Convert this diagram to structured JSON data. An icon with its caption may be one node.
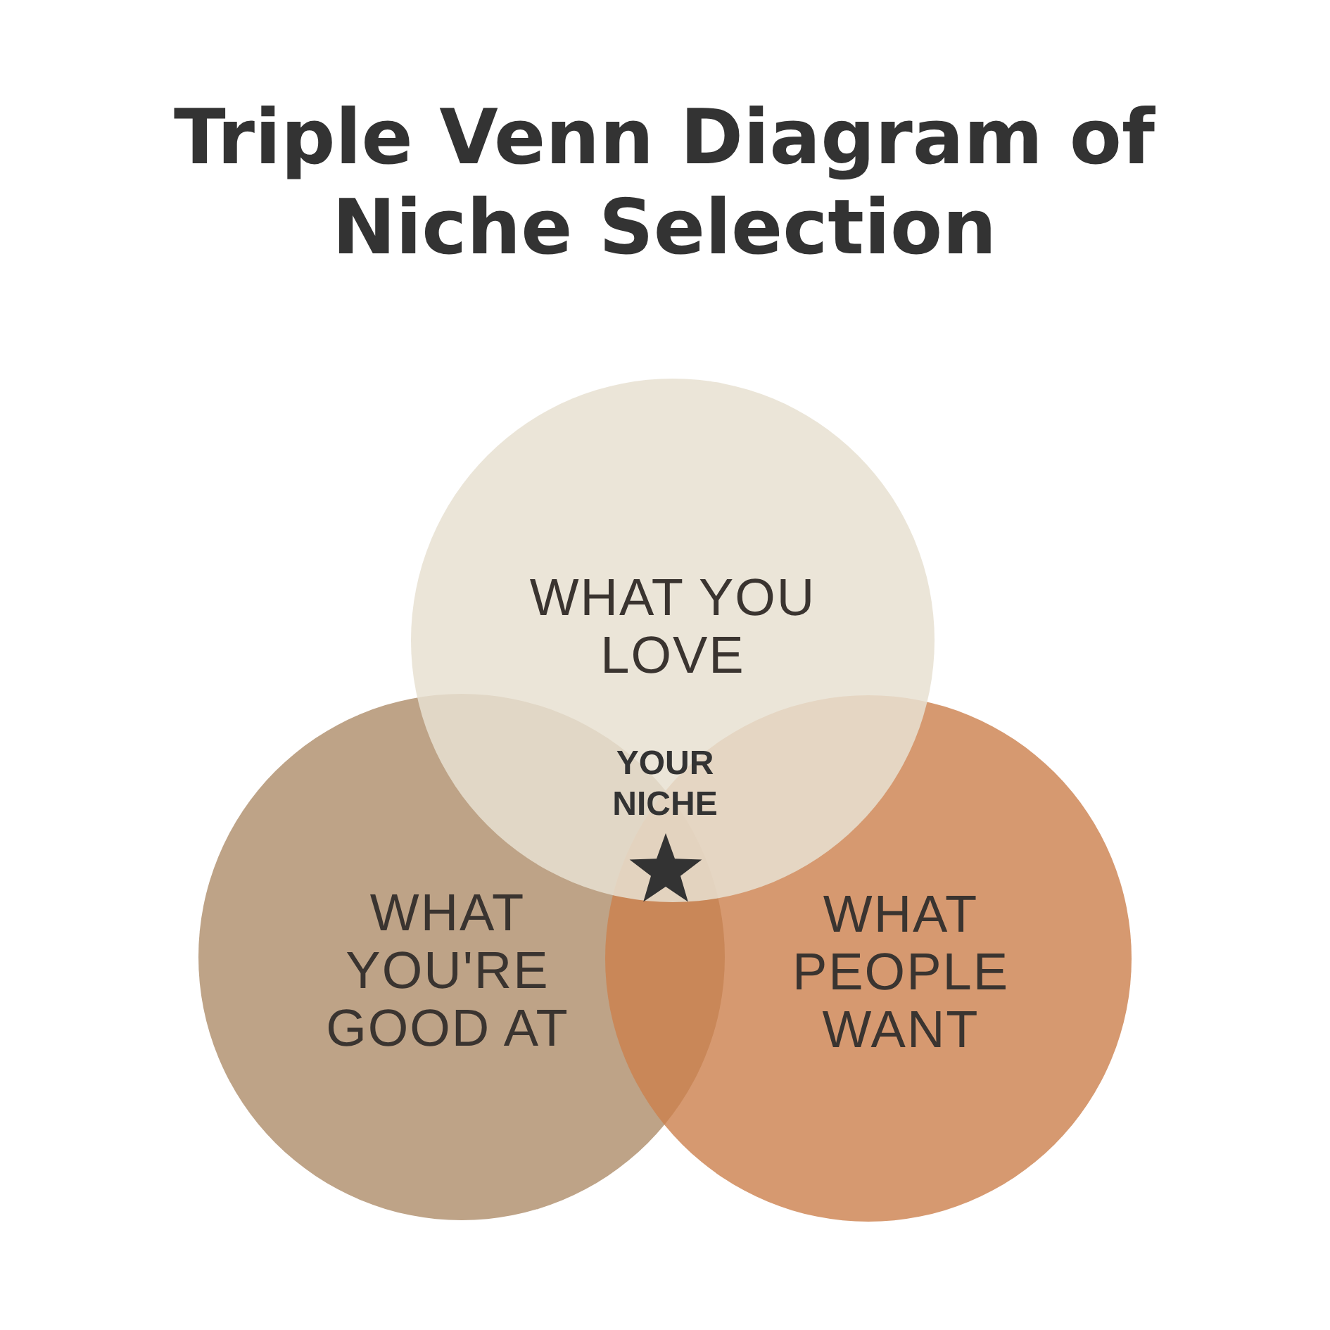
{
  "diagram": {
    "title": "Triple Venn Diagram of Niche Selection",
    "nodes": [
      {
        "text": [
          "WHAT YOU LOVE"
        ]
      },
      {
        "text": [
          "WHAT YOU'RE GOOD AT"
        ]
      },
      {
        "text": [
          "WHAT PEOPLE WANT"
        ]
      }
    ],
    "labels": [
      "YOUR NICHE"
    ]
  }
}
